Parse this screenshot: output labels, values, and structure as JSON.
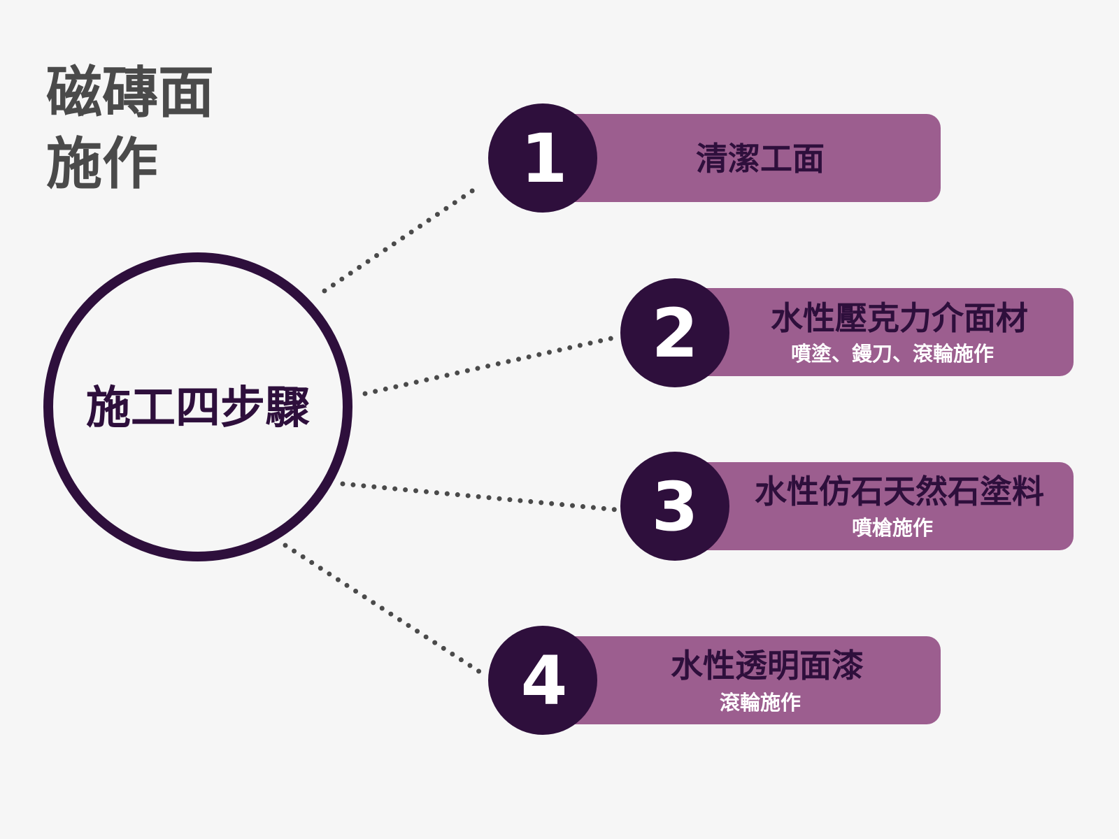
{
  "title": {
    "line1": "磁磚面",
    "line2": "施作"
  },
  "center": {
    "label": "施工四步驟"
  },
  "colors": {
    "dark": "#2e0f3c",
    "box": "#9c5e8f",
    "background": "#f6f6f6",
    "title": "#4a4a4a"
  },
  "steps": [
    {
      "number": "1",
      "title": "清潔工面"
    },
    {
      "number": "2",
      "title": "水性壓克力介面材",
      "subtitle": "噴塗、鏝刀、滾輪施作"
    },
    {
      "number": "3",
      "title": "水性仿石天然石塗料",
      "subtitle": "噴槍施作"
    },
    {
      "number": "4",
      "title": "水性透明面漆",
      "subtitle": "滾輪施作"
    }
  ]
}
